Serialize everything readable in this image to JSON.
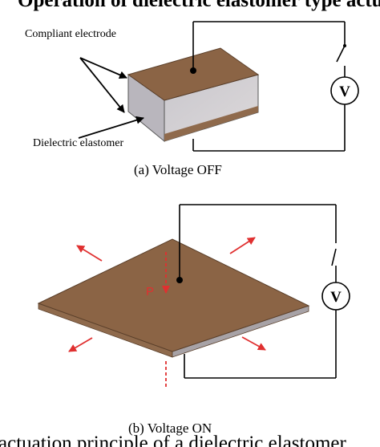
{
  "header_text_partial": "Operation of dielectric elastomer type actuator",
  "footer_text_partial": "actuation principle of a dielectric elastomer",
  "panel_a": {
    "caption": "(a) Voltage OFF",
    "label_electrode": "Compliant electrode",
    "label_dielectric": "Dielectric elastomer",
    "meter_symbol": "V"
  },
  "panel_b": {
    "caption": "(b) Voltage ON",
    "pressure_label": "P",
    "meter_symbol": "V"
  },
  "colors": {
    "electrode": "#8B6445",
    "electrode_side": "#9a9898",
    "dielectric": "#c8c6cc",
    "arrows": "#e03030"
  }
}
